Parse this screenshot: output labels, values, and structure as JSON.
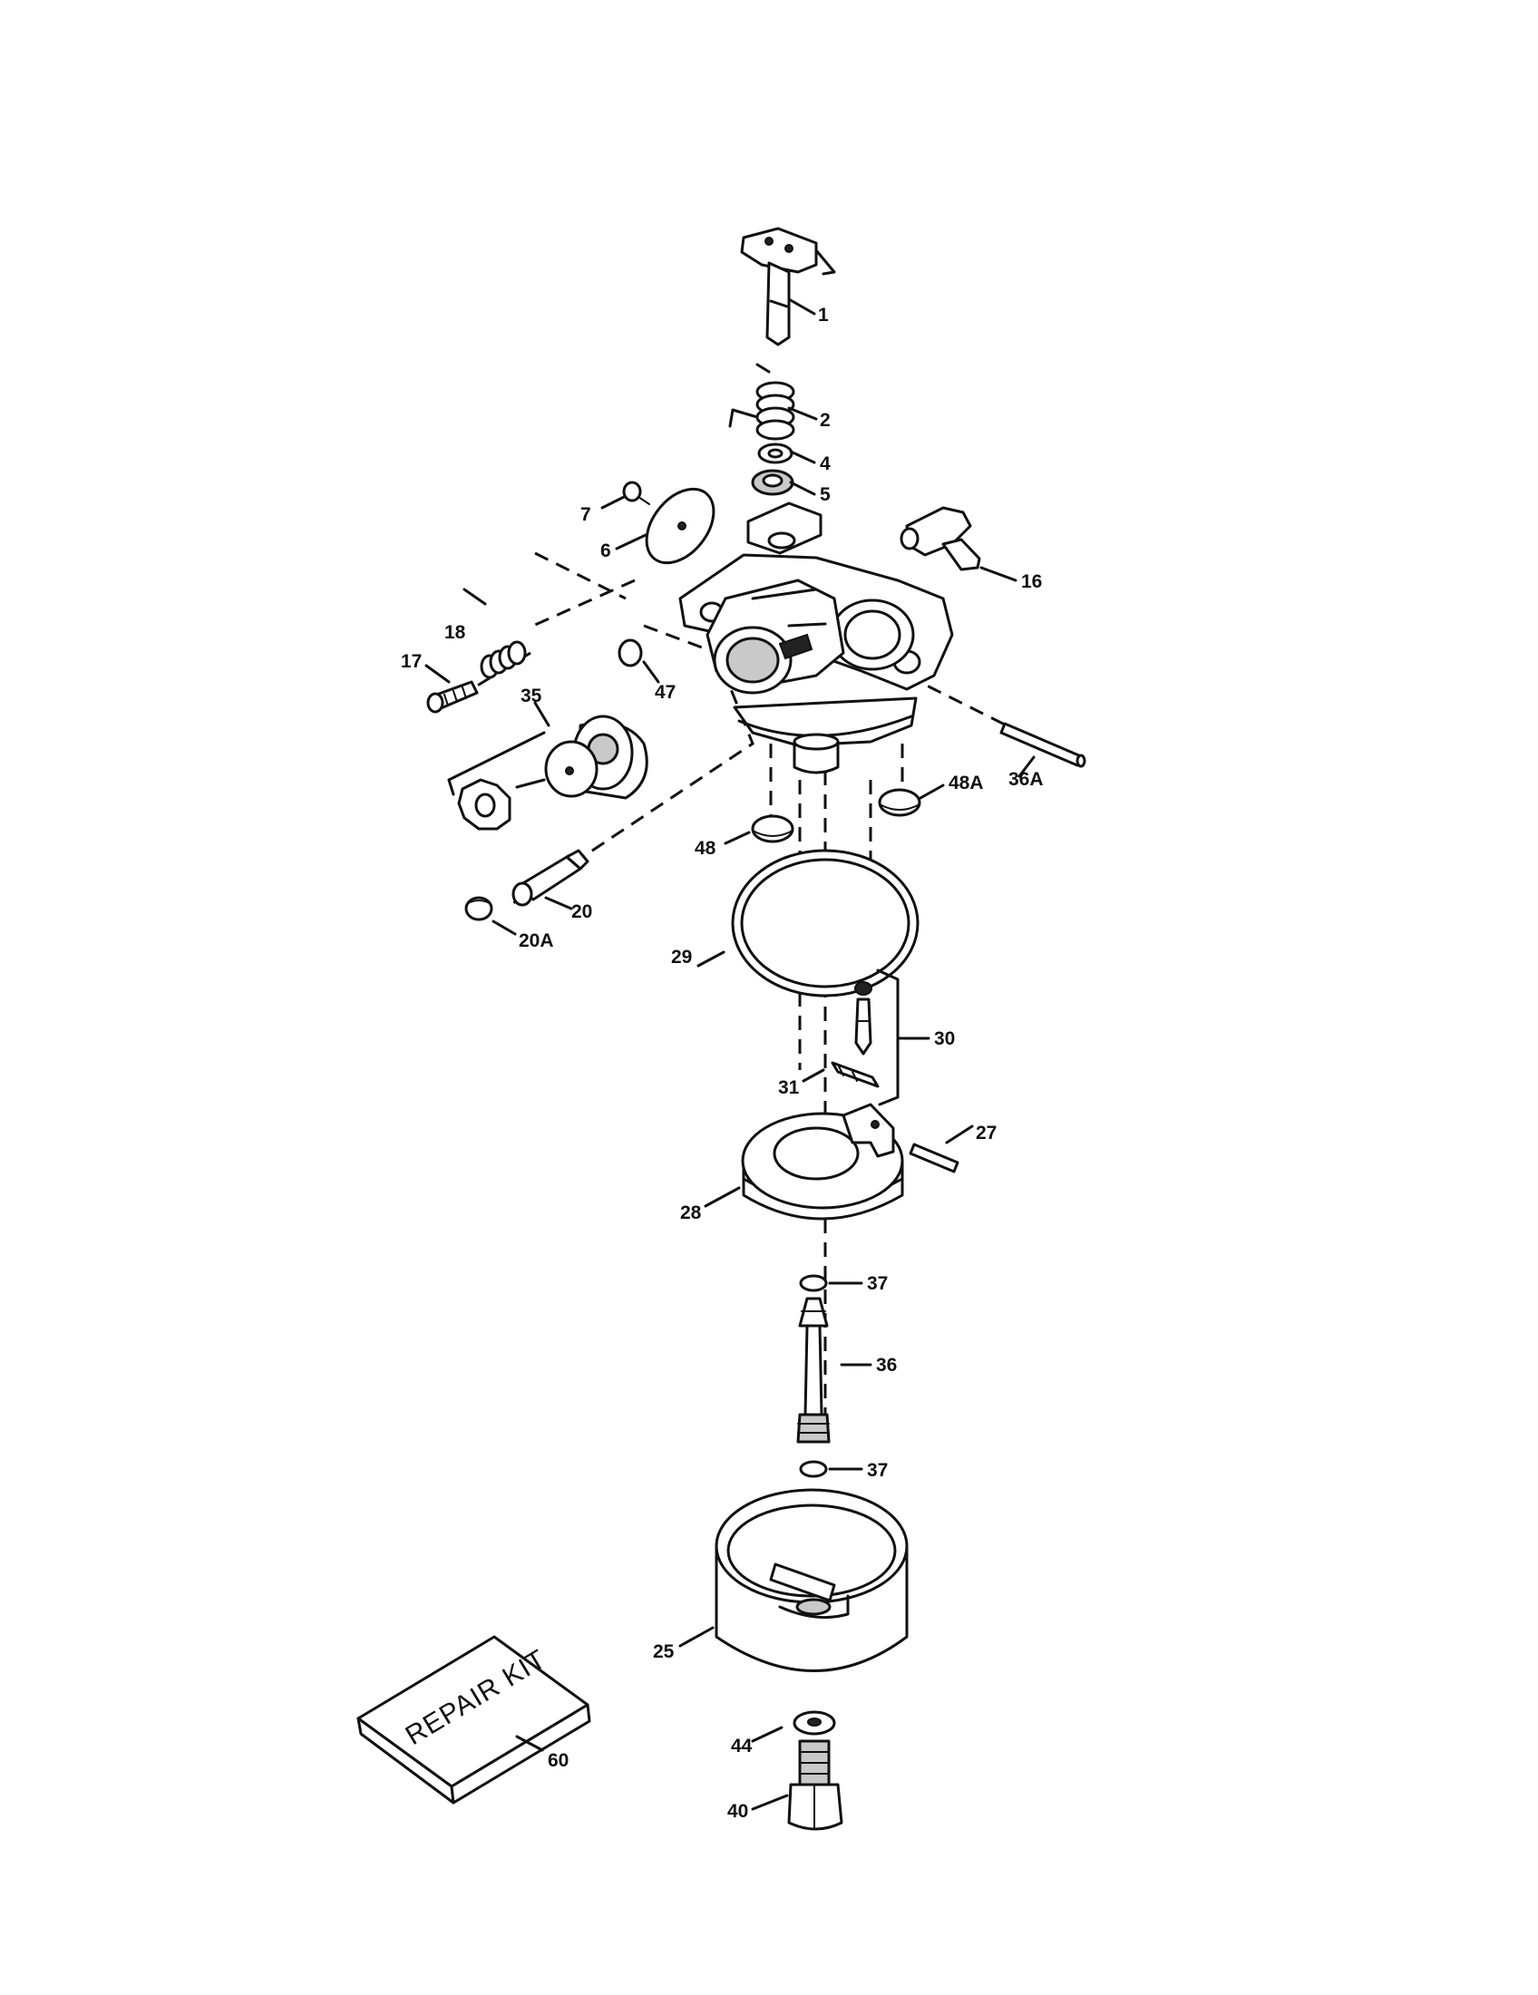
{
  "callouts": {
    "p1": "1",
    "p2": "2",
    "p4": "4",
    "p5": "5",
    "p6": "6",
    "p7": "7",
    "p16": "16",
    "p17": "17",
    "p18": "18",
    "p20": "20",
    "p20a": "20A",
    "p25": "25",
    "p27": "27",
    "p28": "28",
    "p29": "29",
    "p30": "30",
    "p31": "31",
    "p35": "35",
    "p36": "36",
    "p36a": "36A",
    "p37a": "37",
    "p37b": "37",
    "p40": "40",
    "p44": "44",
    "p47": "47",
    "p48": "48",
    "p48a": "48A",
    "p60": "60"
  },
  "repair_kit": {
    "label": "REPAIR KIT"
  }
}
